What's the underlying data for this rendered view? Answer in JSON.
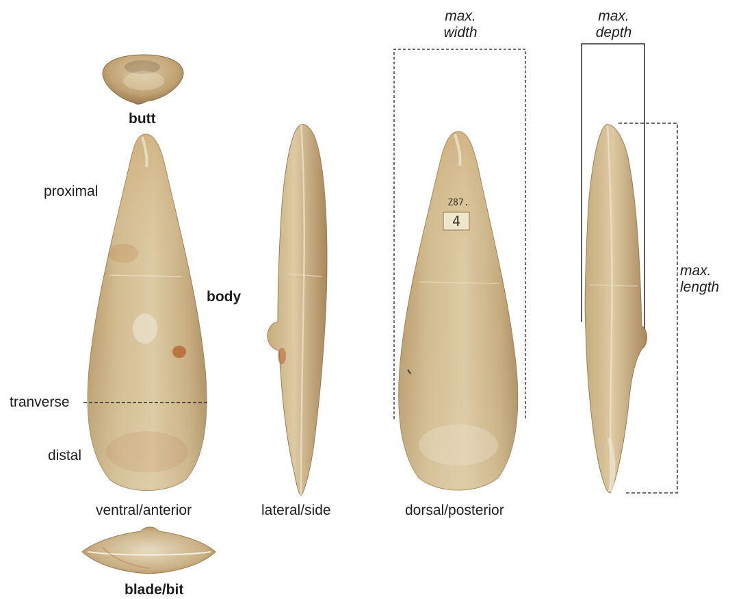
{
  "labels": {
    "butt": "butt",
    "body": "body",
    "blade_bit": "blade/bit",
    "proximal": "proximal",
    "transverse": "tranverse",
    "distal": "distal"
  },
  "views": {
    "ventral": "ventral/anterior",
    "lateral": "lateral/side",
    "dorsal": "dorsal/posterior"
  },
  "measurements": {
    "max_width": [
      "max.",
      "width"
    ],
    "max_depth": [
      "max.",
      "depth"
    ],
    "max_length": [
      "max.",
      "length"
    ]
  },
  "specimen_tag": {
    "number": "4",
    "catalog": "Z87."
  },
  "colors": {
    "stone_light": "#d6c49a",
    "stone_mid": "#c4a877",
    "stone_dark": "#a38558",
    "rust": "#b5642f",
    "dashed_line": "#3a3a3a"
  }
}
